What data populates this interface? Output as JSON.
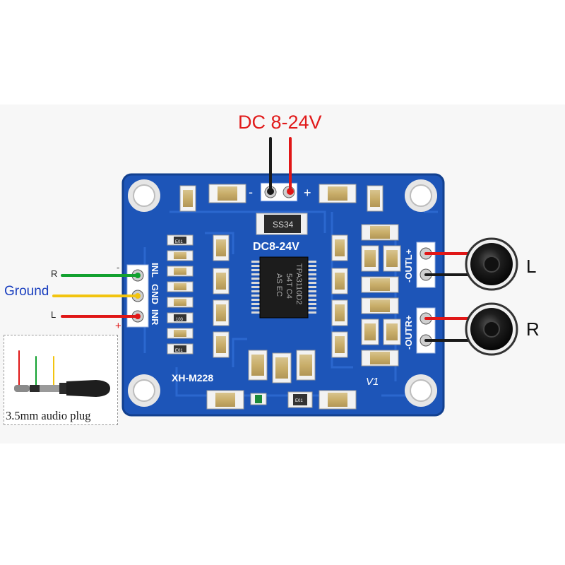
{
  "power": {
    "label": "DC 8-24V"
  },
  "board": {
    "model": "XH-M228",
    "rev": "V1",
    "dc_silk": "DC8-24V",
    "diode": "SS34",
    "chip": [
      "TPA3110D2",
      "54T C4",
      "AS EC"
    ],
    "input_pins": [
      "INL",
      "GND",
      "INR"
    ],
    "out_l_silk": "-OUTL+",
    "out_r_silk": "-OUTR+",
    "minus_sign": "-",
    "plus_sign": "+",
    "pin_minus": "-",
    "pin_plus": "+",
    "cap_silk": [
      "E01",
      "103",
      "E01",
      "E01"
    ]
  },
  "inputs": {
    "ground_label": "Ground",
    "r_label": "R",
    "l_label": "L"
  },
  "speakers": {
    "left_label": "L",
    "right_label": "R"
  },
  "plug": {
    "label": "3.5mm audio plug"
  },
  "colors": {
    "pcb": "#1d55b8",
    "pcb_dark": "#13418f",
    "wire_red": "#e01717",
    "wire_black": "#1a1a1a",
    "wire_green": "#12a12f",
    "wire_yellow": "#f2c40f",
    "ground_text": "#1a3fbf",
    "power_text": "#e11b1b"
  }
}
